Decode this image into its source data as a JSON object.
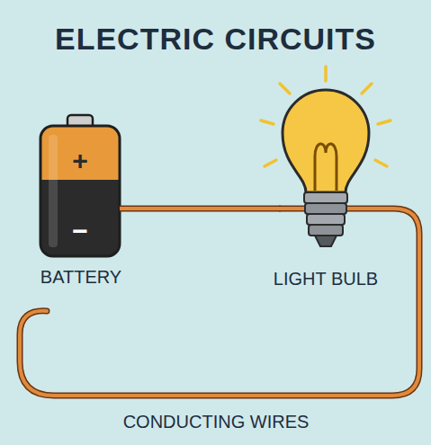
{
  "diagram": {
    "title": "ELECTRIC CIRCUITS",
    "nodes": [
      {
        "text": [
          "+",
          "−",
          "BATTERY"
        ]
      },
      {
        "text": [
          "LIGHT BULB"
        ]
      }
    ],
    "edges": [
      {
        "from": 0,
        "to": 1,
        "arrow": "none"
      }
    ],
    "labels": [
      "CONDUCTING WIRES"
    ]
  }
}
